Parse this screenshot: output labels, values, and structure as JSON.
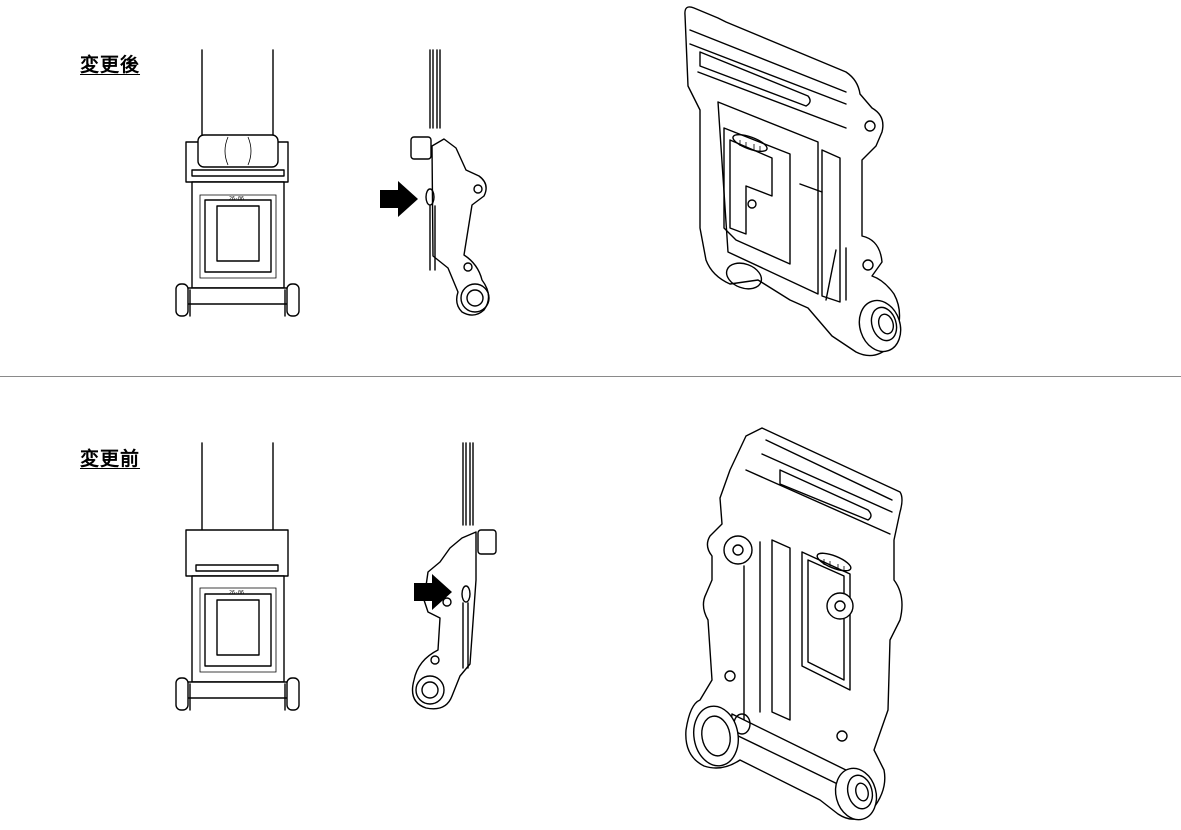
{
  "sections": {
    "after": {
      "label": "変更後",
      "part_marking": "26-06"
    },
    "before": {
      "label": "変更前",
      "part_marking": "26-06"
    }
  },
  "colors": {
    "line": "#000000",
    "divider": "#8a8a8a",
    "background": "#ffffff"
  }
}
